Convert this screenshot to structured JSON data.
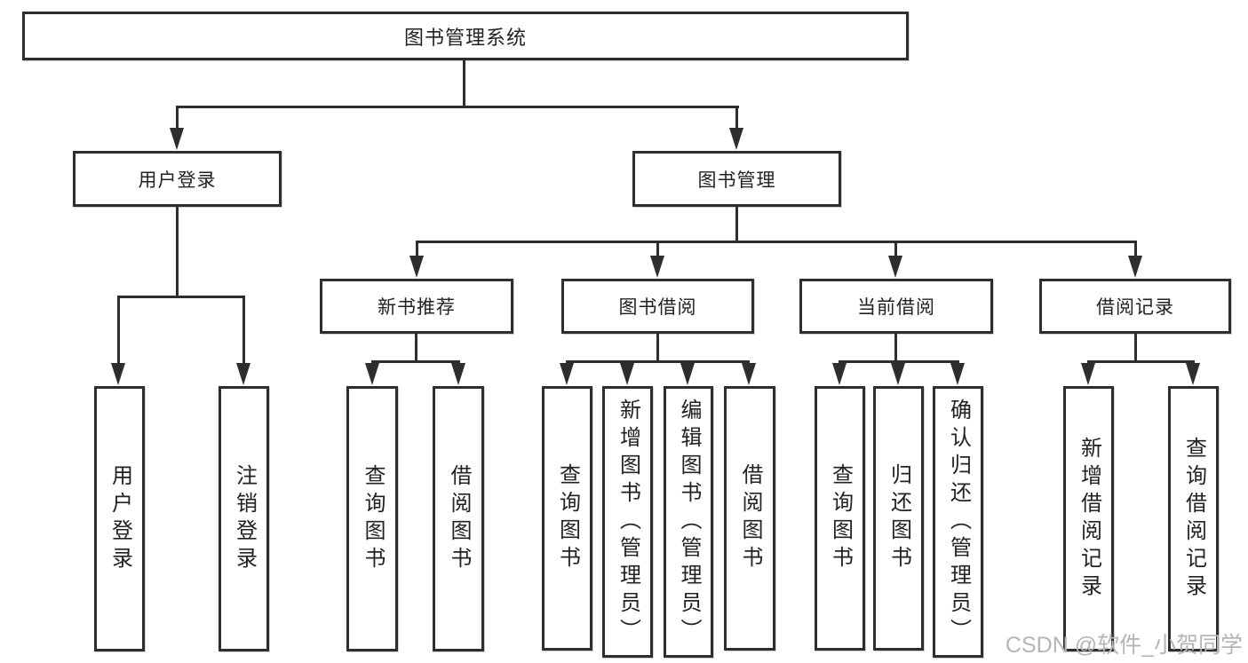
{
  "diagram": {
    "root": "图书管理系统",
    "level2": {
      "login": "用户登录",
      "books": "图书管理"
    },
    "level3": {
      "new_books": "新书推荐",
      "borrow": "图书借阅",
      "current": "当前借阅",
      "records": "借阅记录"
    },
    "leaves": {
      "login_user": "用户登录",
      "login_logout": "注销登录",
      "nb_query": "查询图书",
      "nb_borrow": "借阅图书",
      "bw_query": "查询图书",
      "bw_add": "新增图书（管理员）",
      "bw_edit": "编辑图书（管理员）",
      "bw_borrow": "借阅图书",
      "cu_query": "查询图书",
      "cu_return": "归还图书",
      "cu_confirm": "确认归还（管理员）",
      "rc_add": "新增借阅记录",
      "rc_query": "查询借阅记录"
    }
  },
  "watermark": "CSDN @软件_小贺同学",
  "colors": {
    "line": "#2e2e2e",
    "text": "#222222",
    "watermark": "#b5b5b5",
    "bg": "#ffffff"
  }
}
